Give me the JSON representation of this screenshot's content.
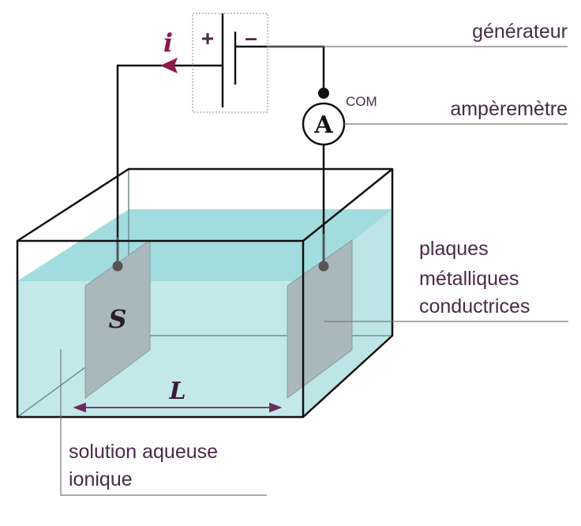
{
  "labels": {
    "generator": "générateur",
    "ammeter": "ampèremètre",
    "plates_line1": "plaques",
    "plates_line2": "métalliques",
    "plates_line3": "conductrices",
    "solution_line1": "solution aqueuse",
    "solution_line2": "ionique",
    "com": "COM",
    "plus": "+",
    "minus": "–",
    "ammeter_symbol": "A",
    "current": "i",
    "surface": "S",
    "length": "L"
  },
  "colors": {
    "water_front": "#c3e8ea",
    "water_surface": "#a3dcde",
    "plate": "#a9b9bb",
    "label_text": "#4a2a4a",
    "accent": "#8b1a4b",
    "dimension": "#6a2a5a"
  }
}
